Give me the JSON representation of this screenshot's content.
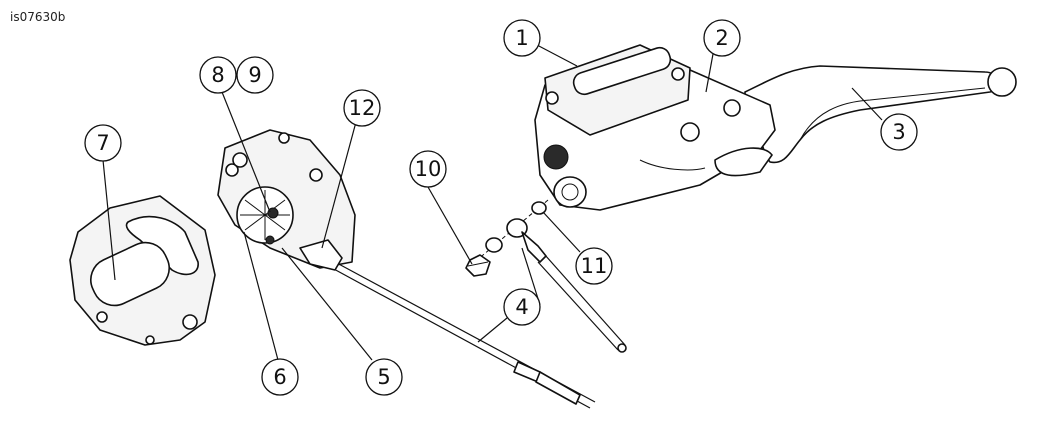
{
  "figure_id": "is07630b",
  "callouts": [
    {
      "id": "1",
      "label": "1"
    },
    {
      "id": "2",
      "label": "2"
    },
    {
      "id": "3",
      "label": "3"
    },
    {
      "id": "4",
      "label": "4"
    },
    {
      "id": "5",
      "label": "5"
    },
    {
      "id": "6",
      "label": "6"
    },
    {
      "id": "7",
      "label": "7"
    },
    {
      "id": "8",
      "label": "8"
    },
    {
      "id": "9",
      "label": "9"
    },
    {
      "id": "10",
      "label": "10"
    },
    {
      "id": "11",
      "label": "11"
    },
    {
      "id": "12",
      "label": "12"
    }
  ],
  "colors": {
    "line": "#111111",
    "background": "#ffffff",
    "fill_light": "#f4f4f4"
  }
}
